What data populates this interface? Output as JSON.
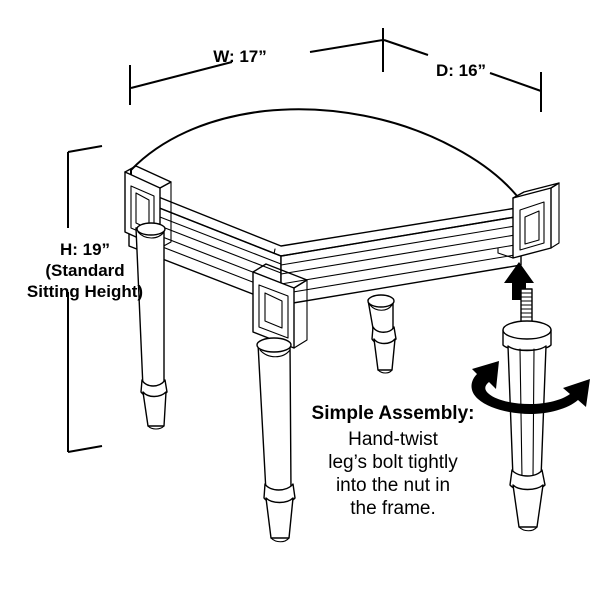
{
  "diagram": {
    "subject": "upholstered square stool with turned tapered legs",
    "background_color": "#ffffff",
    "line_color": "#000000"
  },
  "dimensions": {
    "width_label": "W: 17”",
    "depth_label": "D: 16”",
    "height_label": "H: 19”",
    "height_note_line1": "(Standard",
    "height_note_line2": "Sitting Height)"
  },
  "assembly": {
    "heading": "Simple Assembly:",
    "line1": "Hand-twist",
    "line2": "leg’s bolt tightly",
    "line3": "into the nut in",
    "line4": "the frame."
  },
  "callouts": {
    "insert_arrow": "up-arrow-icon",
    "twist_arrow": "rotation-arrow-icon",
    "bolt": "threaded-bolt-icon"
  }
}
